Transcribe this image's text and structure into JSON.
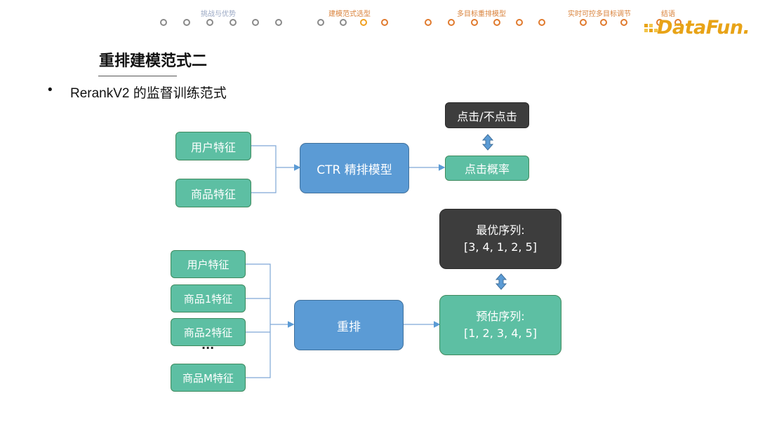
{
  "nav": {
    "sections": [
      "挑战与优势",
      "建模范式选型",
      "多目标重排模型",
      "实时可控多目标调节",
      "结语"
    ]
  },
  "logo": {
    "text": "DataFun."
  },
  "slide": {
    "title": "重排建模范式二",
    "bullet_marker": "•",
    "bullet": "RerankV2 的监督训练范式"
  },
  "diagram1": {
    "user_feature": "用户特征",
    "item_feature": "商品特征",
    "model": "CTR 精排模型",
    "output": "点击概率",
    "label": "点击/不点击"
  },
  "diagram2": {
    "user_feature": "用户特征",
    "item1": "商品1特征",
    "item2": "商品2特征",
    "ellipsis": "...",
    "itemM": "商品M特征",
    "model": "重排",
    "pred_title": "预估序列:",
    "pred_value": "[1, 2, 3, 4, 5]",
    "best_title": "最优序列:",
    "best_value": "[3, 4, 1, 2, 5]"
  },
  "colors": {
    "green_box": "#5dbfa3",
    "blue_box": "#5b9bd5",
    "dark_box": "#3d3d3d",
    "nav_active": "#e07a2e",
    "logo": "#e8a317"
  }
}
